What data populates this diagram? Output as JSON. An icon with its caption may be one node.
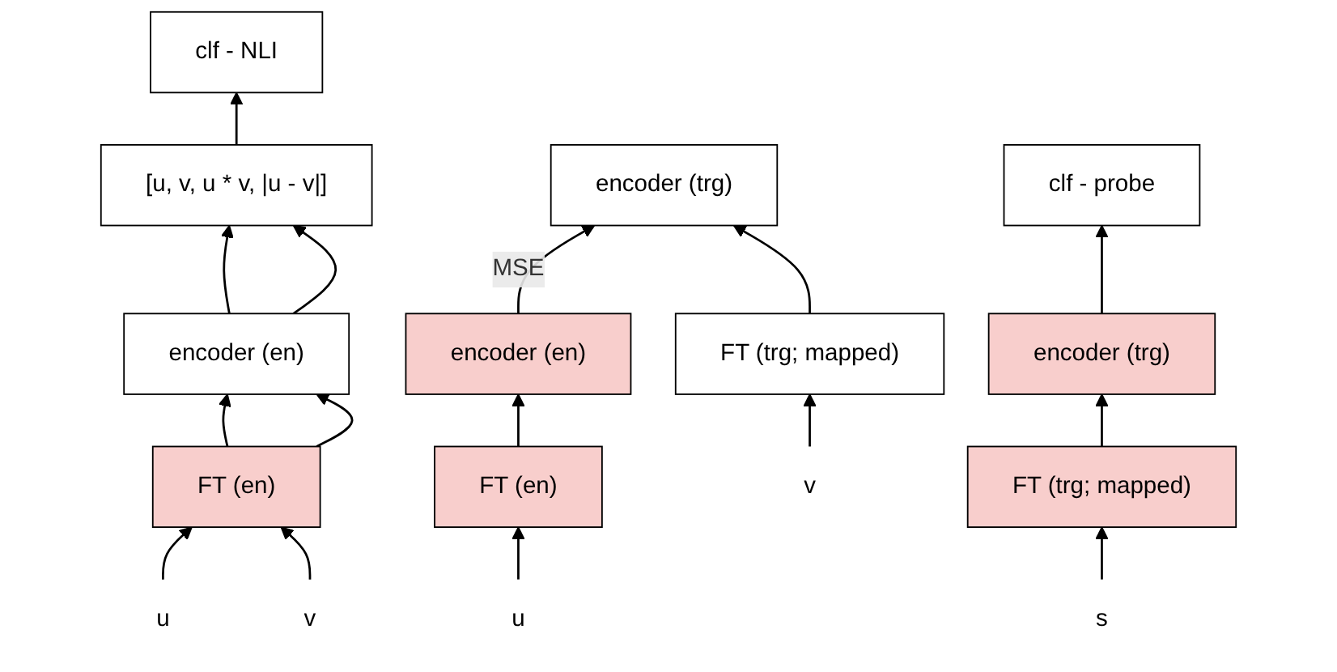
{
  "diagram": {
    "nodes": [
      {
        "text": [
          "clf - NLI"
        ]
      },
      {
        "text": [
          "[u, v, u * v, |u - v|]"
        ]
      },
      {
        "text": [
          "encoder (en)"
        ]
      },
      {
        "text": [
          "FT (en)"
        ]
      },
      {
        "text": [
          "u"
        ]
      },
      {
        "text": [
          "v"
        ]
      },
      {
        "text": [
          "encoder (en)"
        ]
      },
      {
        "text": [
          "encoder (trg)"
        ]
      },
      {
        "text": [
          "FT (en)"
        ]
      },
      {
        "text": [
          "FT (trg; mapped)"
        ]
      },
      {
        "text": [
          "u"
        ]
      },
      {
        "text": [
          "v"
        ]
      },
      {
        "text": [
          "clf - probe"
        ]
      },
      {
        "text": [
          "encoder (trg)"
        ]
      },
      {
        "text": [
          "FT (trg; mapped)"
        ]
      },
      {
        "text": [
          "s"
        ]
      }
    ],
    "edges": [
      {
        "from": 4,
        "to": 3,
        "arrow": "to"
      },
      {
        "from": 5,
        "to": 3,
        "arrow": "to"
      },
      {
        "from": 3,
        "to": 2,
        "arrow": "to"
      },
      {
        "from": 3,
        "to": 2,
        "arrow": "to"
      },
      {
        "from": 2,
        "to": 1,
        "arrow": "to"
      },
      {
        "from": 2,
        "to": 1,
        "arrow": "to"
      },
      {
        "from": 1,
        "to": 0,
        "arrow": "to"
      },
      {
        "from": 10,
        "to": 8,
        "arrow": "to"
      },
      {
        "from": 8,
        "to": 6,
        "arrow": "to"
      },
      {
        "from": 6,
        "to": 7,
        "label": "MSE",
        "arrow": "to"
      },
      {
        "from": 11,
        "to": 9,
        "arrow": "to"
      },
      {
        "from": 9,
        "to": 7,
        "arrow": "to"
      },
      {
        "from": 15,
        "to": 14,
        "arrow": "to"
      },
      {
        "from": 14,
        "to": 13,
        "arrow": "to"
      },
      {
        "from": 13,
        "to": 12,
        "arrow": "to"
      }
    ]
  }
}
